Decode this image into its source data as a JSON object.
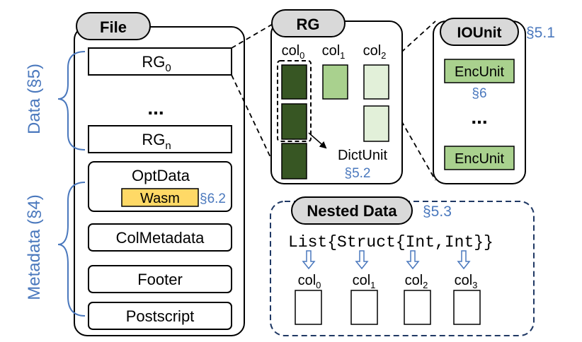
{
  "file": {
    "title": "File",
    "rg0_base": "RG",
    "rg0_sub": "0",
    "dots": "...",
    "rgn_base": "RG",
    "rgn_sub": "n",
    "optdata": "OptData",
    "wasm": "Wasm",
    "wasm_ref": "§6.2",
    "colmeta": "ColMetadata",
    "footer": "Footer",
    "postscript": "Postscript"
  },
  "side_labels": {
    "data": "Data (§5)",
    "metadata": "Metadata (§4)"
  },
  "rg": {
    "title": "RG",
    "col_base": "col",
    "col0_sub": "0",
    "col1_sub": "1",
    "col2_sub": "2",
    "dictunit": "DictUnit",
    "ref": "§5.2"
  },
  "iounit": {
    "title": "IOUnit",
    "ref": "§5.1",
    "encunit_top": "EncUnit",
    "enc_ref": "§6",
    "dots": "...",
    "encunit_bottom": "EncUnit"
  },
  "nested": {
    "title": "Nested Data",
    "ref": "§5.3",
    "schema": "List{Struct{Int,Int}}",
    "col_base": "col",
    "subs": [
      "0",
      "1",
      "2",
      "3"
    ]
  },
  "colors": {
    "dark_green": "#375623",
    "mid_green": "#a9d18e",
    "light_green": "#e2f0d9",
    "enc_green": "#a9d18e",
    "wasm_yellow": "#ffd966",
    "title_gray": "#d9d9d9",
    "accent_blue": "#4a78bd",
    "dashed_navy": "#1f3864"
  }
}
